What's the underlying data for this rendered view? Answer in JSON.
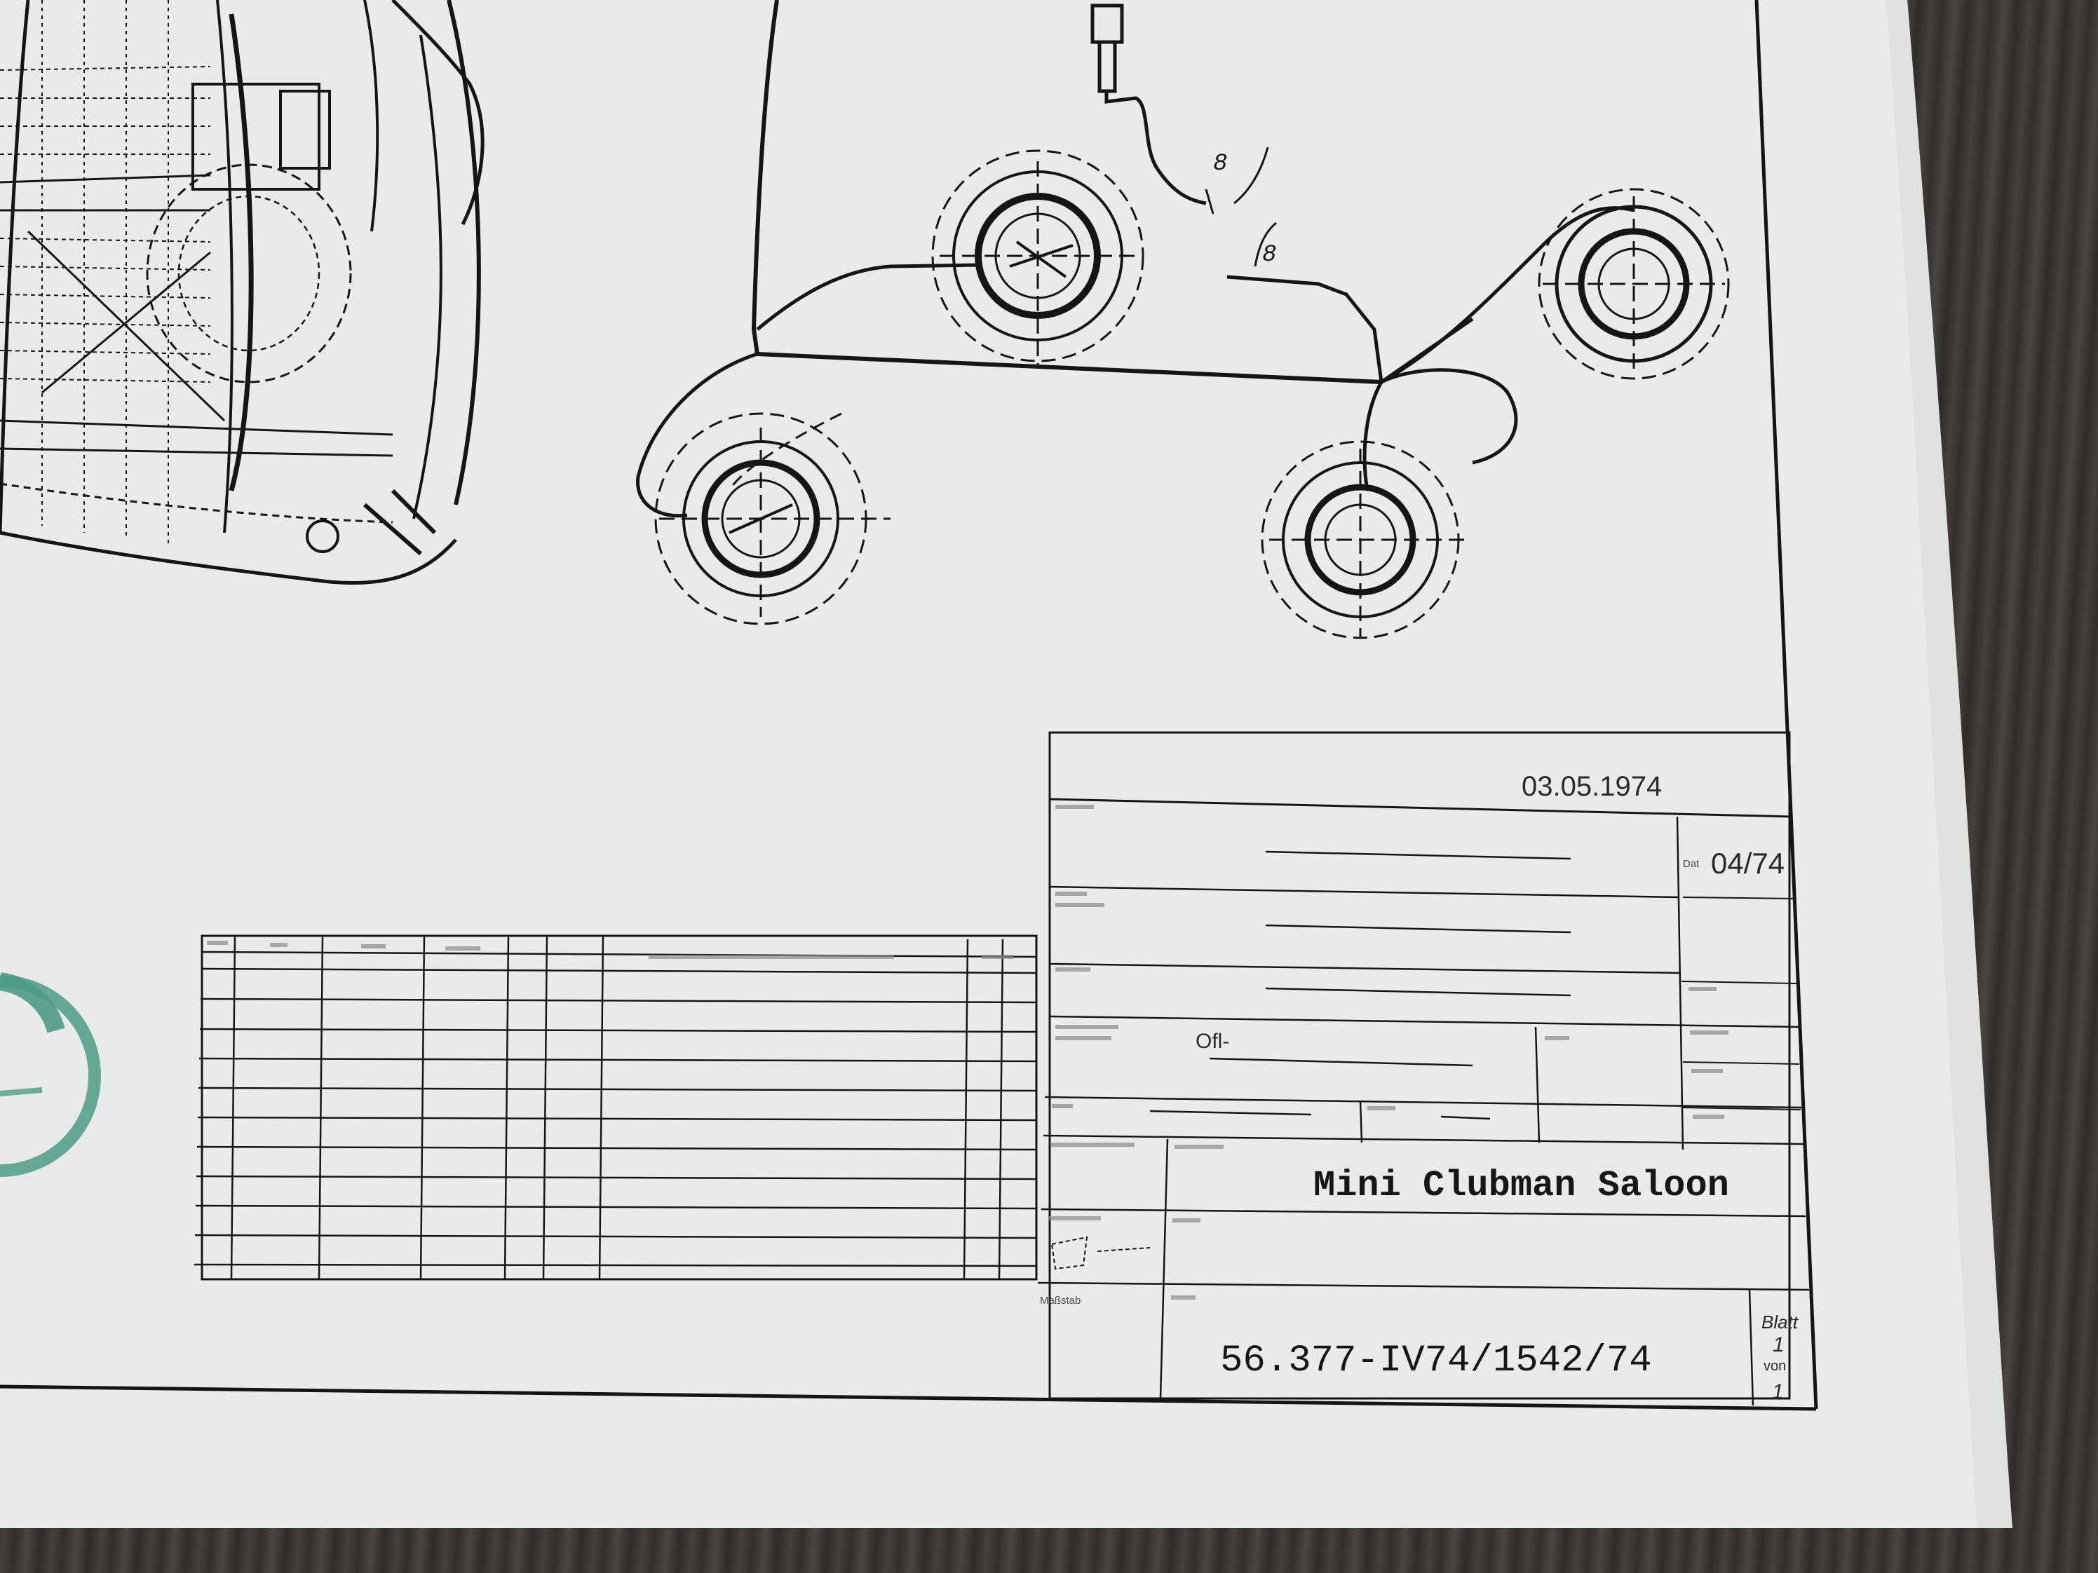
{
  "title_block": {
    "date_full": "03.05.1974",
    "date_short": "04/74",
    "date_short_prefix": "Dat",
    "surface_value": "Ofl-",
    "title": "Mini Clubman Saloon",
    "drawing_number": "56.377-IV74/1542/74",
    "sheet_label": "Blatt",
    "sheet_number": "1",
    "sheet_of": "von",
    "sheet_total": "1",
    "scale_label": "Maßstab"
  },
  "colors": {
    "paper": "#e9ebea",
    "ink": "#151515",
    "logo_green": "#4e9b86"
  }
}
